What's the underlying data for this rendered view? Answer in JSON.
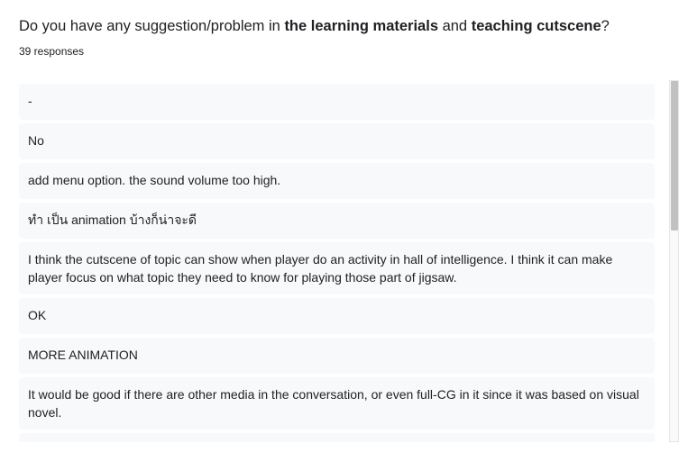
{
  "question": {
    "part1": "Do you have any suggestion/problem in ",
    "bold1": "the learning materials",
    "part2": " and ",
    "bold2": "teaching cutscene",
    "part3": "?"
  },
  "response_count": "39 responses",
  "answers": [
    "-",
    "No",
    "add menu option. the sound volume too high.",
    "ทำ เป็น animation บ้างก็น่าจะดี",
    "I think the cutscene of topic can show when player do an activity in hall of intelligence. I think it can make player focus on what topic they need to know for playing those part of jigsaw.",
    "OK",
    "MORE ANIMATION",
    "It would be good if there are other media in the conversation, or even full-CG in it since it was based on visual novel.",
    ""
  ]
}
